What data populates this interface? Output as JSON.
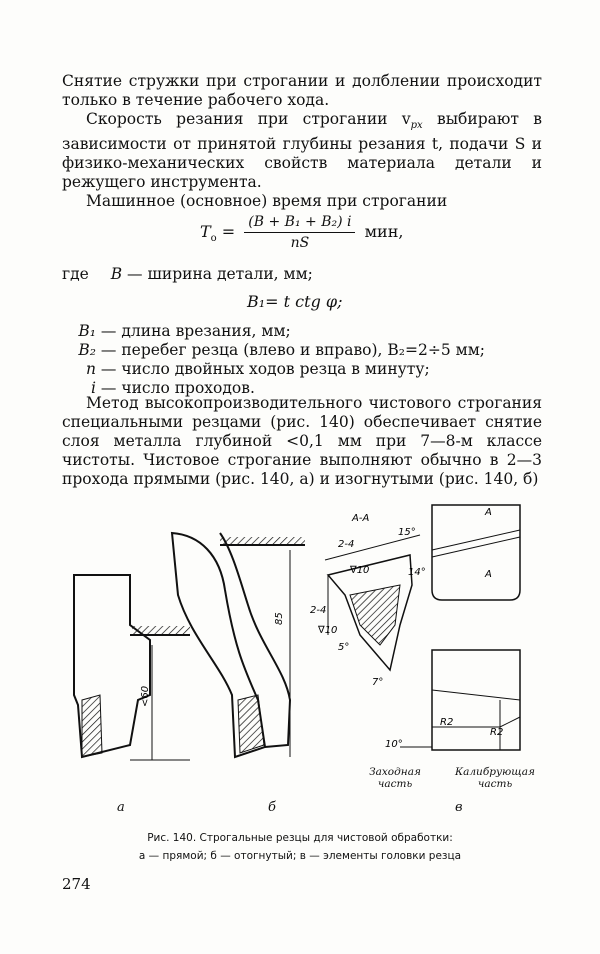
{
  "paragraphs": {
    "p1": "Снятие стружки при строгании и долблении происходит только в течение рабочего хода.",
    "p2": "Скорость резания при строгании v",
    "p2_sub": "px",
    "p2_rest": " выбирают в зависимости от принятой глубины резания t, подачи S и физико-механических свойств материала детали и режущего инструмента.",
    "p3": "Машинное (основное) время при строгании"
  },
  "formula1": {
    "lhs": "T",
    "lhs_sub": "о",
    "numerator": "(B + B₁ + B₂) i",
    "denominator": "nS",
    "unit": "мин,"
  },
  "where": {
    "prefix": "где",
    "b_sym": "B",
    "b_text": "— ширина детали, мм;"
  },
  "formula2": "B₁= t ctg φ;",
  "defs": [
    {
      "sym": "B₁",
      "text": "— длина врезания, мм;"
    },
    {
      "sym": "B₂",
      "text": "— перебег резца (влево и вправо), B₂=2÷5 мм;"
    },
    {
      "sym": "n",
      "text": "— число двойных ходов резца в минуту;"
    },
    {
      "sym": "i",
      "text": "— число проходов."
    }
  ],
  "p4": "Метод высокопроизводительного чистового строгания специальными резцами (рис. 140) обеспечивает снятие слоя металла глубиной <0,1 мм при 7—8-м классе чистоты. Чистовое строгание выполняют обычно в 2—3 прохода прямыми (рис. 140, а) и изогнутыми (рис. 140, б)",
  "figure": {
    "label_a": "а",
    "label_b": "б",
    "label_v": "в",
    "dim_60": "<60",
    "dim_85": "85",
    "section": "А-А",
    "dim_24a": "2-4",
    "dim_24b": "2-4",
    "ang15": "15°",
    "ang14": "14°",
    "ang5": "5°",
    "ang7": "7°",
    "ang10": "10°",
    "rough1": "∇10",
    "rough2": "∇10",
    "arrowA1": "А",
    "arrowA2": "А",
    "r2a": "R2",
    "r2b": "R2",
    "part_in": "Заходная часть",
    "part_cal": "Калибрующая часть"
  },
  "caption": {
    "line1": "Рис. 140. Строгальные резцы для чистовой обработки:",
    "line2": "а — прямой; б — отогнутый; в — элементы головки резца"
  },
  "page_number": "274"
}
